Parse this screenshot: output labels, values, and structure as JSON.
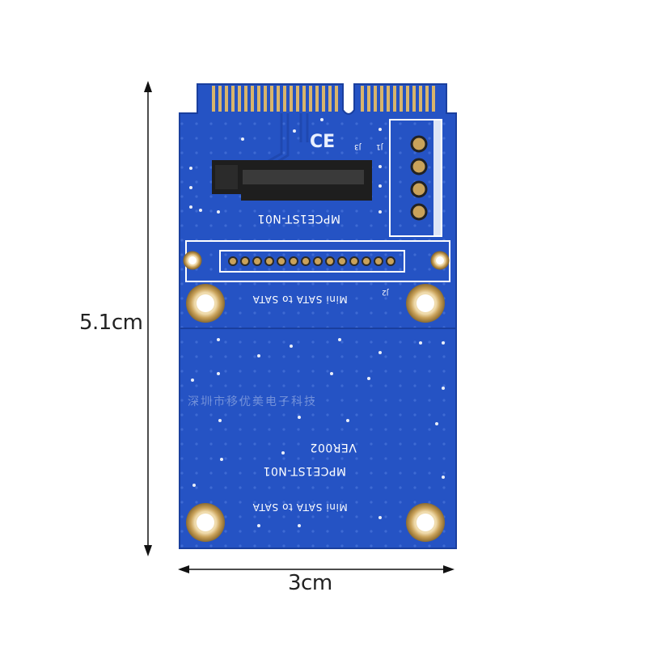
{
  "dimensions": {
    "height_label": "5.1cm",
    "width_label": "3cm"
  },
  "board": {
    "model_top": "MPCE1ST-N01",
    "model_bottom": "MPCE1ST-N01",
    "subtitle_top": "Mini SATA to SATA",
    "subtitle_bottom": "Mini SATA to SATA",
    "version": "VER002",
    "label_j1": "J1",
    "label_j2": "J2",
    "label_j3": "J3",
    "ce_mark": "CE"
  },
  "watermark": "深圳市移优美电子科技",
  "colors": {
    "pcb_blue": "#2553c4",
    "pcb_edge": "#1a3f9e",
    "gold": "#c9a25a",
    "silk": "#ffffff",
    "connector": "#222222"
  },
  "icons": [
    "ce-mark-icon",
    "sata-connector-icon",
    "gold-finger-icon",
    "mounting-hole-icon"
  ]
}
